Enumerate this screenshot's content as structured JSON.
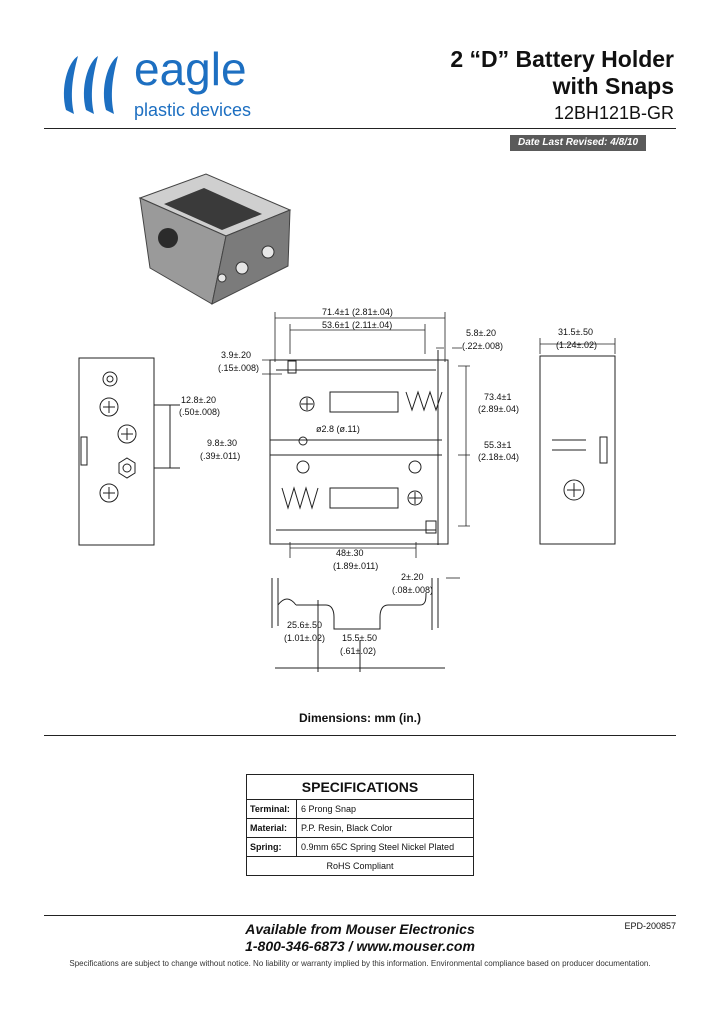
{
  "header": {
    "logo_word": "eagle",
    "logo_sub": "plastic devices",
    "title_line1": "2 “D” Battery Holder",
    "title_line2": "with Snaps",
    "part_number": "12BH121B-GR",
    "revised": "Date Last Revised:  4/8/10"
  },
  "colors": {
    "brand": "#1d6fc1",
    "bar": "#5a5a5a"
  },
  "dimensions": {
    "d1": "71.4±1 (2.81±.04)",
    "d2": "53.6±1 (2.11±.04)",
    "d3a": "5.8±.20",
    "d3b": "(.22±.008)",
    "d4a": "31.5±.50",
    "d4b": "(1.24±.02)",
    "d5a": "3.9±.20",
    "d5b": "(.15±.008)",
    "d6a": "73.4±1",
    "d6b": "(2.89±.04)",
    "d7a": "12.8±.20",
    "d7b": "(.50±.008)",
    "d8": "ø2.8 (ø.11)",
    "d9a": "9.8±.30",
    "d9b": "(.39±.011)",
    "d10a": "55.3±1",
    "d10b": "(2.18±.04)",
    "d11a": "48±.30",
    "d11b": "(1.89±.011)",
    "d12a": "2±.20",
    "d12b": "(.08±.008)",
    "d13a": "25.6±.50",
    "d13b": "(1.01±.02)",
    "d14a": "15.5±.50",
    "d14b": "(.61±.02)"
  },
  "caption": "Dimensions: mm (in.)",
  "specifications": {
    "heading": "SPECIFICATIONS",
    "rows": [
      {
        "label": "Terminal:",
        "value": "6 Prong Snap"
      },
      {
        "label": "Material:",
        "value": "P.P. Resin, Black Color"
      },
      {
        "label": "Spring:",
        "value": "0.9mm 65C Spring Steel Nickel Plated"
      }
    ],
    "note": "RoHS Compliant"
  },
  "footer": {
    "available": "Available from Mouser Electronics",
    "contact": "1-800-346-6873 / www.mouser.com",
    "epd": "EPD-200857",
    "disclaimer": "Specifications are subject to change without notice.   No liability or warranty implied by this information.   Environmental compliance based on producer documentation."
  }
}
